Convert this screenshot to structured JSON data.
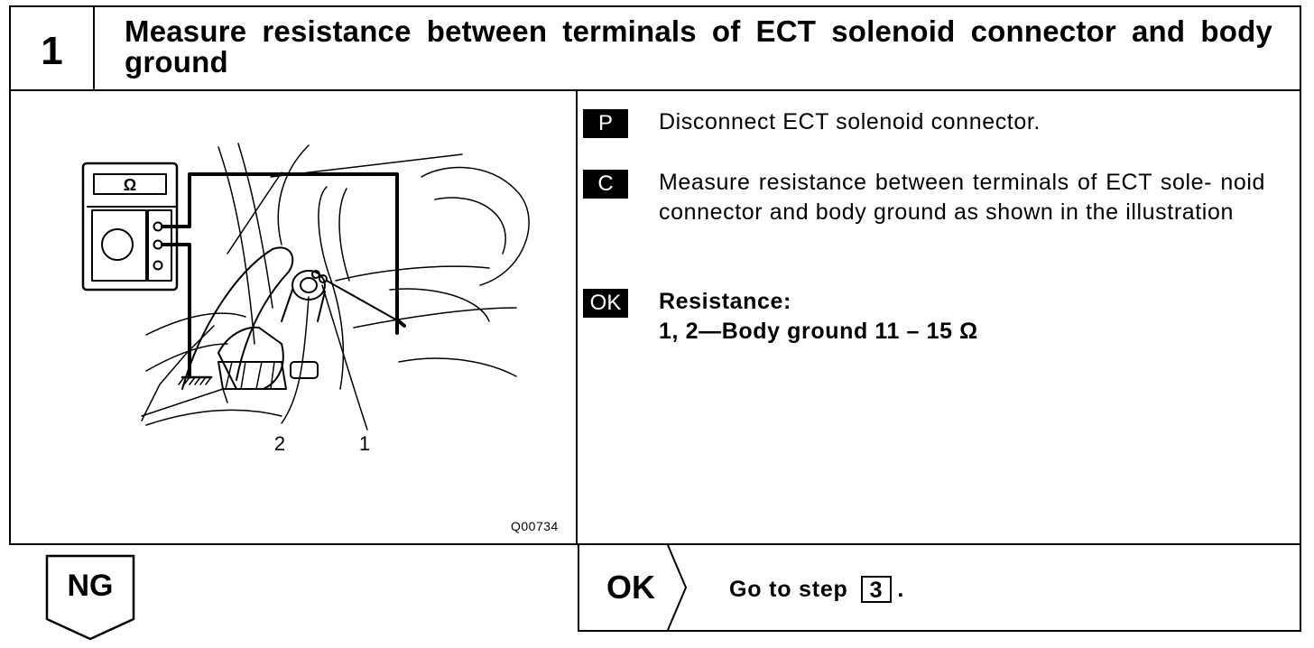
{
  "step": {
    "number": "1",
    "title": "Measure resistance between terminals of ECT solenoid connector and body ground"
  },
  "illustration": {
    "code": "Q00734",
    "meter_symbol": "Ω",
    "callout_1": "1",
    "callout_2": "2"
  },
  "instructions": [
    {
      "tag": "P",
      "text": "Disconnect ECT solenoid connector."
    },
    {
      "tag": "C",
      "text": "Measure resistance between terminals of ECT sole- noid connector and body ground as shown in the illustration"
    },
    {
      "tag": "OK",
      "line1": "Resistance:",
      "line2": "1, 2—Body ground 11 – 15 Ω"
    }
  ],
  "ng": {
    "label": "NG"
  },
  "ok": {
    "label": "OK",
    "goto_text": "Go to step",
    "goto_step": "3",
    "goto_suffix": "."
  }
}
